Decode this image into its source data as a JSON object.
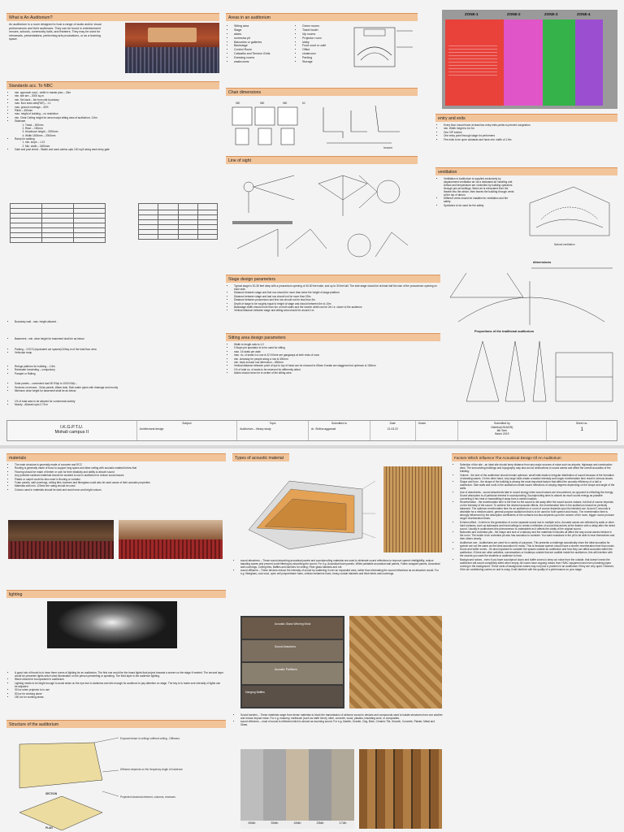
{
  "sheet1": {
    "what": {
      "title": "What is An Auditorium?",
      "body": "An auditorium is a room designed to host a range of audio and/or visual performances and their audiences. They can be found in entertainment venues, schools, community halls, and theaters. They may be used for rehearsals, presentations, performing arts productions, or as a learning space."
    },
    "nbc": {
      "title": "Standards acc. To NBC",
      "items": [
        "min. approach road – width in master plan – 18m",
        "min. site are – 2000 sq.m",
        "min. Set back – 6m from site boundary",
        "max. floor area ratio(FAR) – 1:1",
        "max. ground coverage – 40%",
        "Plinth – 450mm",
        "max. height of building – no restriction",
        "min. Clear Ceiling height for area except sitting area of auditorium- 3.6m"
      ],
      "staircase": "Staircase",
      "stair_items": [
        "Tread – 300mm",
        "Riser – 150mm",
        "Headroom height – 2200mm",
        "Width 1500mm – 2000mm"
      ],
      "ramp": "Ramp for walking",
      "ramp_items": [
        "min. slope – 1:12",
        "Min. width – 1800mm"
      ],
      "gate": "Gate and post check - Watch and ward cabins upto 100 sq.ft along each entry gate",
      "items2": [
        "Boundary wall - max. height allowed -",
        "Basement - min. clear height for basement shall be as below:",
        "Parking – 3 ECS (equivalent car spaces)/100sq.m of the total floor area",
        "Vehicular ramp",
        "Refuge platform for building – 1.8m",
        "Rainwater harvesting – compulsory",
        "Parapet or Railing",
        "Solar panels – connected load 50 KWp to 1000 KWp –",
        "Services on terrace - Solar panels, Water tank, Rain water pipes with drainage and mumty",
        "Minimum clear height for basement shall be as below:",
        "1% of total area to be allowed for commercial activity",
        "Mumty - Allowed upto 2.75 m"
      ]
    },
    "areas": {
      "title": "Areas in an auditorium",
      "col1": [
        "Sitting area",
        "Stage",
        "aisles",
        "orchestra pit",
        "Balconies or galleries",
        "Backstage",
        "Control Room",
        "Catwalks and Tension Grids",
        "Dressing rooms",
        "washrooms"
      ],
      "col2": [
        "Green rooms",
        "Ticket booth",
        "Vip rooms",
        "Projector room",
        "lobby",
        "Food court or café",
        "Office",
        "cloakroom",
        "Parking",
        "Storage"
      ]
    },
    "chair": {
      "title": "Chair dimensions",
      "dims": [
        "580",
        "580",
        "580",
        "60"
      ],
      "forward": "forward"
    },
    "sight": {
      "title": "Line of sight"
    },
    "stage": {
      "title": "Stage design parameters",
      "items": [
        "Typical stage is 30-35 feet deep with a proscenium opening of 40-50 feet wide, and up to 30 feet tall. The side stage should be at least half the size of the proscenium opening on each side.",
        "Distance between stage and first row should be more than twice the height of stage platform",
        "Distance between stage and last row should not be more than 25m",
        "Distance between proscenium and first row should not be less than 3m",
        "Depth of stage to be roughly equal to height of stage and should between 6m to 10m",
        "Backstage width should more than 4m on both sides and the shorter width can be 2m i.e. closer to the audience",
        "Vertical distance between stage and sitting area should be around 1m"
      ]
    },
    "sitting": {
      "title": "Sitting area design parameters",
      "items": [
        "Width to length ratio is 1:2",
        "0.5sqm per spectator is to be used for sitting",
        "max. 16 seats per aisle",
        "max. no. of seats in a row is 22 if there are gangways at both ends of rows",
        "min. clearway for people along a row is 300mm",
        "min. back-to-back row dimension – 850mm",
        "Vertical distance between point of eye to top of head can be reduced to 65mm if seats are staggered but optimum is 150mm",
        "1% of total no. of seats to be reserved for differently abled",
        "Aisles should never be in centre of the sitting area"
      ]
    },
    "zones": [
      "ZONE-1",
      "ZONE-2",
      "ZONE-3",
      "ZONE-4"
    ],
    "entry": {
      "title": "entry and exits",
      "items": [
        "Every floor should have at least two entry exits points to prevent congestion",
        "min. Width height to be 2m",
        "One VIP entries",
        "One entry point through stage for performers",
        "Fire exits to be open outwards and have min. width of 1.5m"
      ]
    },
    "ventilation": {
      "title": "ventilation",
      "items": [
        "Ventilation in Auditorium is supplied exclusively by displacement ventilation air via a dedicated air handling unit. Airflow and temperature are controlled by building operators through pre-set settings. Warm air is exhausted from the theatre into the atrium, then leaves the building through vents at the top of atrium.",
        "Different vents should be installed for ventilation and fire safety",
        "Sprinklers to be used for fire safety"
      ],
      "caption": "Natural ventilation"
    },
    "dims": {
      "title": "dimensions"
    },
    "proportions": {
      "title": "Proportions of the traditional auditorium"
    },
    "footer": {
      "college1": "I.K.G.P.T.U.",
      "college2": "Mohali campus II",
      "subject_h": "Subject",
      "subject": "Architectural design",
      "topic_h": "Topic",
      "topic": "Auditorium – library study",
      "submitted_to_h": "Submitted to",
      "submitted_to": "Ar. Shikha aggarwal",
      "date_h": "Date",
      "date": "21.03.22",
      "grade_h": "Grade",
      "submitted_by_h": "Submitted by",
      "submitted_by": "Nishtha(1916439)",
      "sem": "6th Sem",
      "batch": "Batch 2019",
      "sheet_h": "Sheet no.",
      "sheet": "1"
    }
  },
  "sheet2": {
    "materials": {
      "title": "materials",
      "items": [
        "The main structure is generally made of concrete and RCC",
        "Roofing is generally made of truss to support long spans and false ceiling with acoustic material below that",
        "Flooring should be made of timber or cork for their elasticity and ability to absorb sound",
        "Any polished surfaced materials should be avoided to use in auditorium to reduce sound issues",
        "Plastic or carpet could be also used in flooring or curtains",
        "Foam panels, wall coverings, ceiling tiles, banners and fiberglass could also be used cause of their acoustic properties",
        "Materials with min. 120min fire rating should be used",
        "Colours used in materials should be dark and avoid neon and bright colours"
      ]
    },
    "lighting": {
      "title": "lighting",
      "items": [
        "A good rule of thumb is to have three zones of lighting for an auditorium. The first one would be the board lights that project towards a screen on the stage if needed. The second layer would be presenter lights which shed illumination on the person presenting or speaking. The third layer is the audience lighting.",
        "Warm should be incorporated in auditorium",
        "Lighting needs to be bright enough to avoid strain on the eye due to darkness and dim enough for audience to pay attention on stage. The key is to make sure intensity of lights can be adjusted",
        "30 lux when projector is in use",
        "50 lux for working alone",
        "150 lux for working areas"
      ]
    },
    "structure": {
      "title": "Structure of the auditorium",
      "labels": [
        "Exposed beam in ceiling/ coffered ceiling - Diffusers",
        "Diffusion depends on the frequency Angle of incidence",
        "Projected structural element, columns, recesses",
        "SECTION",
        "PLAN"
      ]
    },
    "types": {
      "title": "Types of acoustic material",
      "absorbers": "sound absorbers – These sound absorbing acoustical panels and soundproofing materials are used to eliminate sound reflections to improve speech intelligibility, reduce standing waves and prevent comb filtering by absorbing the sound. For e.g. Acoustical foam panels, White paintable acoustical wall panels, Fabric wrapped panels, Acoustical wall coverings, Ceiling tiles, Baffles and banners for ceiling, Fiber glass blankets and roll.",
      "diffusers": "sound diffusers – These devices reduce the intensity of sound by scattering it over an expanded area, rather than eliminating the sound reflections as an absorber would. For e.g. fiberglass, rock wool, open cell polyurethane foam, cellular melamine foam, heavy curtain blankets and thick fabric wall coverings.",
      "barriers": "Sound barriers – These materials range from dense materials to block the transmission of airborne sound to devices and compounds used to isolate structures from one another and reduce impact noise. For e.g. masonry, earthwork (such as earth berm), steel, concrete, wood, plastics, insulating wool, or composites.",
      "reflectors": "sound reflectors – most of sound is reflected which is almost as incoming sound. For e.g. Marble, Granite, Clay, Brick, Ceramic Tile, Smooth, Concrete, Plaster, Metal and Glass.",
      "panel_labels": [
        "Acoustic Glass Winning Wool",
        "Sound Absorbers",
        "Acoustic Partitions",
        "Hanging Baffles"
      ],
      "bottom_labels": [
        "60db",
        "50db",
        "40db",
        "25db",
        "17db"
      ]
    },
    "factors": {
      "title": "Factors Which Influence The Acoustical Design Of An Auditorium",
      "items": [
        "Selection of the site - an ideal site should keep distance from any major sources of noise such as airports, highways and construction sites. The surrounding buildings and topography may also act as obstructions to sound waves and affect the overall acoustics of the building.",
        "Volume - the size of the auditorium should remain optimum: small halls leads to irregular distribution of sound because of the formation of standing waves. On the other hand, very large halls create a weaker intensity and longer reverberation time result in serious issues.",
        "Shape and form - the shape of the building is among the most important factors that affect the acoustic efficiency of a hall or auditorium. Side walls and roofs in the auditorium create sound reflections of varying degrees depending on the shape and angle of the walls.",
        "Use of absorbents - sound absorbents take in sound energy when sound waves are encountered, as opposed to reflecting the energy. Sound absorption is of particular interest in soundproofing. Soundproofing aims to absorb as much sound energy as possible converting it into heat or transmitting it away from a certain location.",
        "Reverberation - the reverberation time is the time for the sound to die away after the sound source ceases, but that of course depends on the intensity of the sound. To achieve the desired acoustic effects, the reverberation time in the auditorium should be perfectly balanced. The optimum reverberation time for an auditorium or room of course depends upon its intended use. Around 2 seconds is desirable for a medium-sized, general purpose auditorium that is to be used for both speech and music. The reverberation time is strongly influenced by the absorption coefficients of the surfaces but also depends upon the volume of the room, bigger rooms produce longer reverberation times.",
        "Echelon effect - it refers to the generation of a new separate sound due to multiple echo. Acoustic waves are reflected by walls or other hard surfaces, such as staircases and hand railings to create a reflection of sound that arrives at the listener with a delay after the direct sound. Usually in auditoriums this phenomenon is undesirable as it affects the clarity of the original sound.",
        "Balconies and orchestra pits - the shape and size of a balcony and the materials it includes all affect the way sound waves behave in the room. The inside of an orchestra pit also has acoustics to consider. You want musicians in the pit to be able to hear themselves and their others clearly.",
        "Auditorium use - Auditoriums are used for a variety of purposes. This presents a challenge acoustically since the ideal acoustics for speech are not the same as the ideal acoustics for music. This is because speech should have a shorter reverberation time than music.",
        "Doors and buffer zones - It's also important to consider the spaces outside an auditorium and how they can affect acoustics within the auditorium. If there are other activities, conversations or footsteps outside that are audible inside the auditorium, this will interfere with the sounds you want the students or audience to hear.",
        "Background noises - even if you have soundproof doors and buffer zones to keep out noise from the outside, that doesn't mean the auditorium will sound completely silent when empty. All rooms have ongoing noises from HVAC equipment and even plumbing pipes running in the background. These sorts of background noises may not pose a problem in an auditorium if they are very quiet. However, if the air conditioning comes on and is noisy, it will interfere with the quality of a performance on your stage."
      ]
    }
  },
  "colors": {
    "header": "#f2c49a",
    "zone1": "#e8423b",
    "zone2": "#e055c8",
    "zone3": "#35b34a",
    "zone4": "#9b4fd0"
  }
}
